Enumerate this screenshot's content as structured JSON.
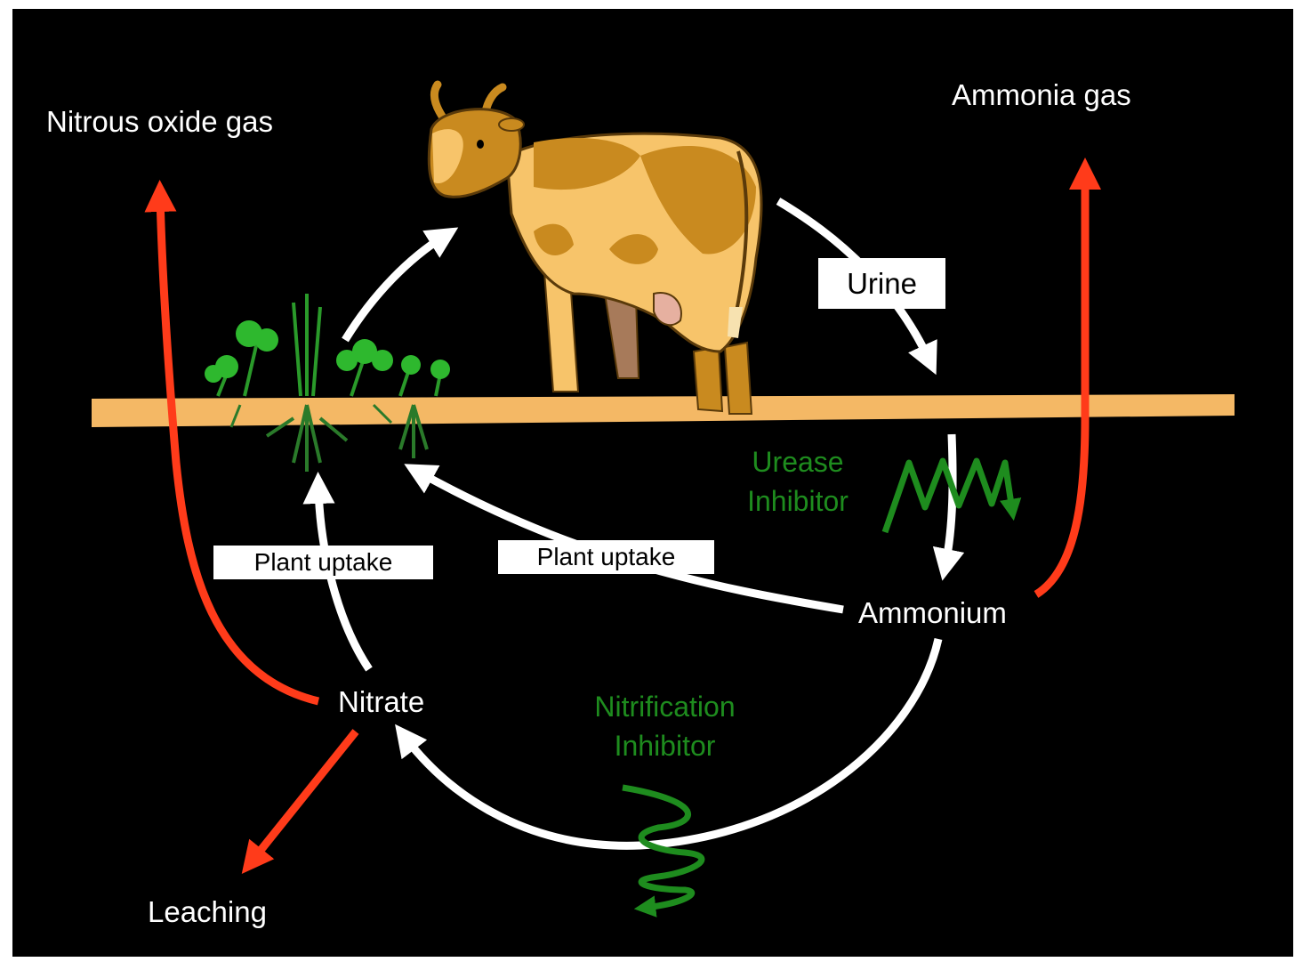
{
  "labels": {
    "nitrous_oxide": "Nitrous oxide gas",
    "ammonia_gas": "Ammonia gas",
    "urine": "Urine",
    "urease_inhibitor": [
      "Urease",
      "Inhibitor"
    ],
    "plant_uptake_left": "Plant uptake",
    "plant_uptake_right": "Plant uptake",
    "ammonium": "Ammonium",
    "nitrate": "Nitrate",
    "nitrification_inhibitor": [
      "Nitrification",
      "Inhibitor"
    ],
    "leaching": "Leaching"
  },
  "colors": {
    "background": "#000000",
    "soil": "#f4b865",
    "loss_arrow": "#ff3b1a",
    "flow_arrow": "#ffffff",
    "inhibitor": "#1e8c1e",
    "cow_light": "#f7c46a",
    "cow_dark": "#c98a1f",
    "plant": "#2eb82e"
  }
}
